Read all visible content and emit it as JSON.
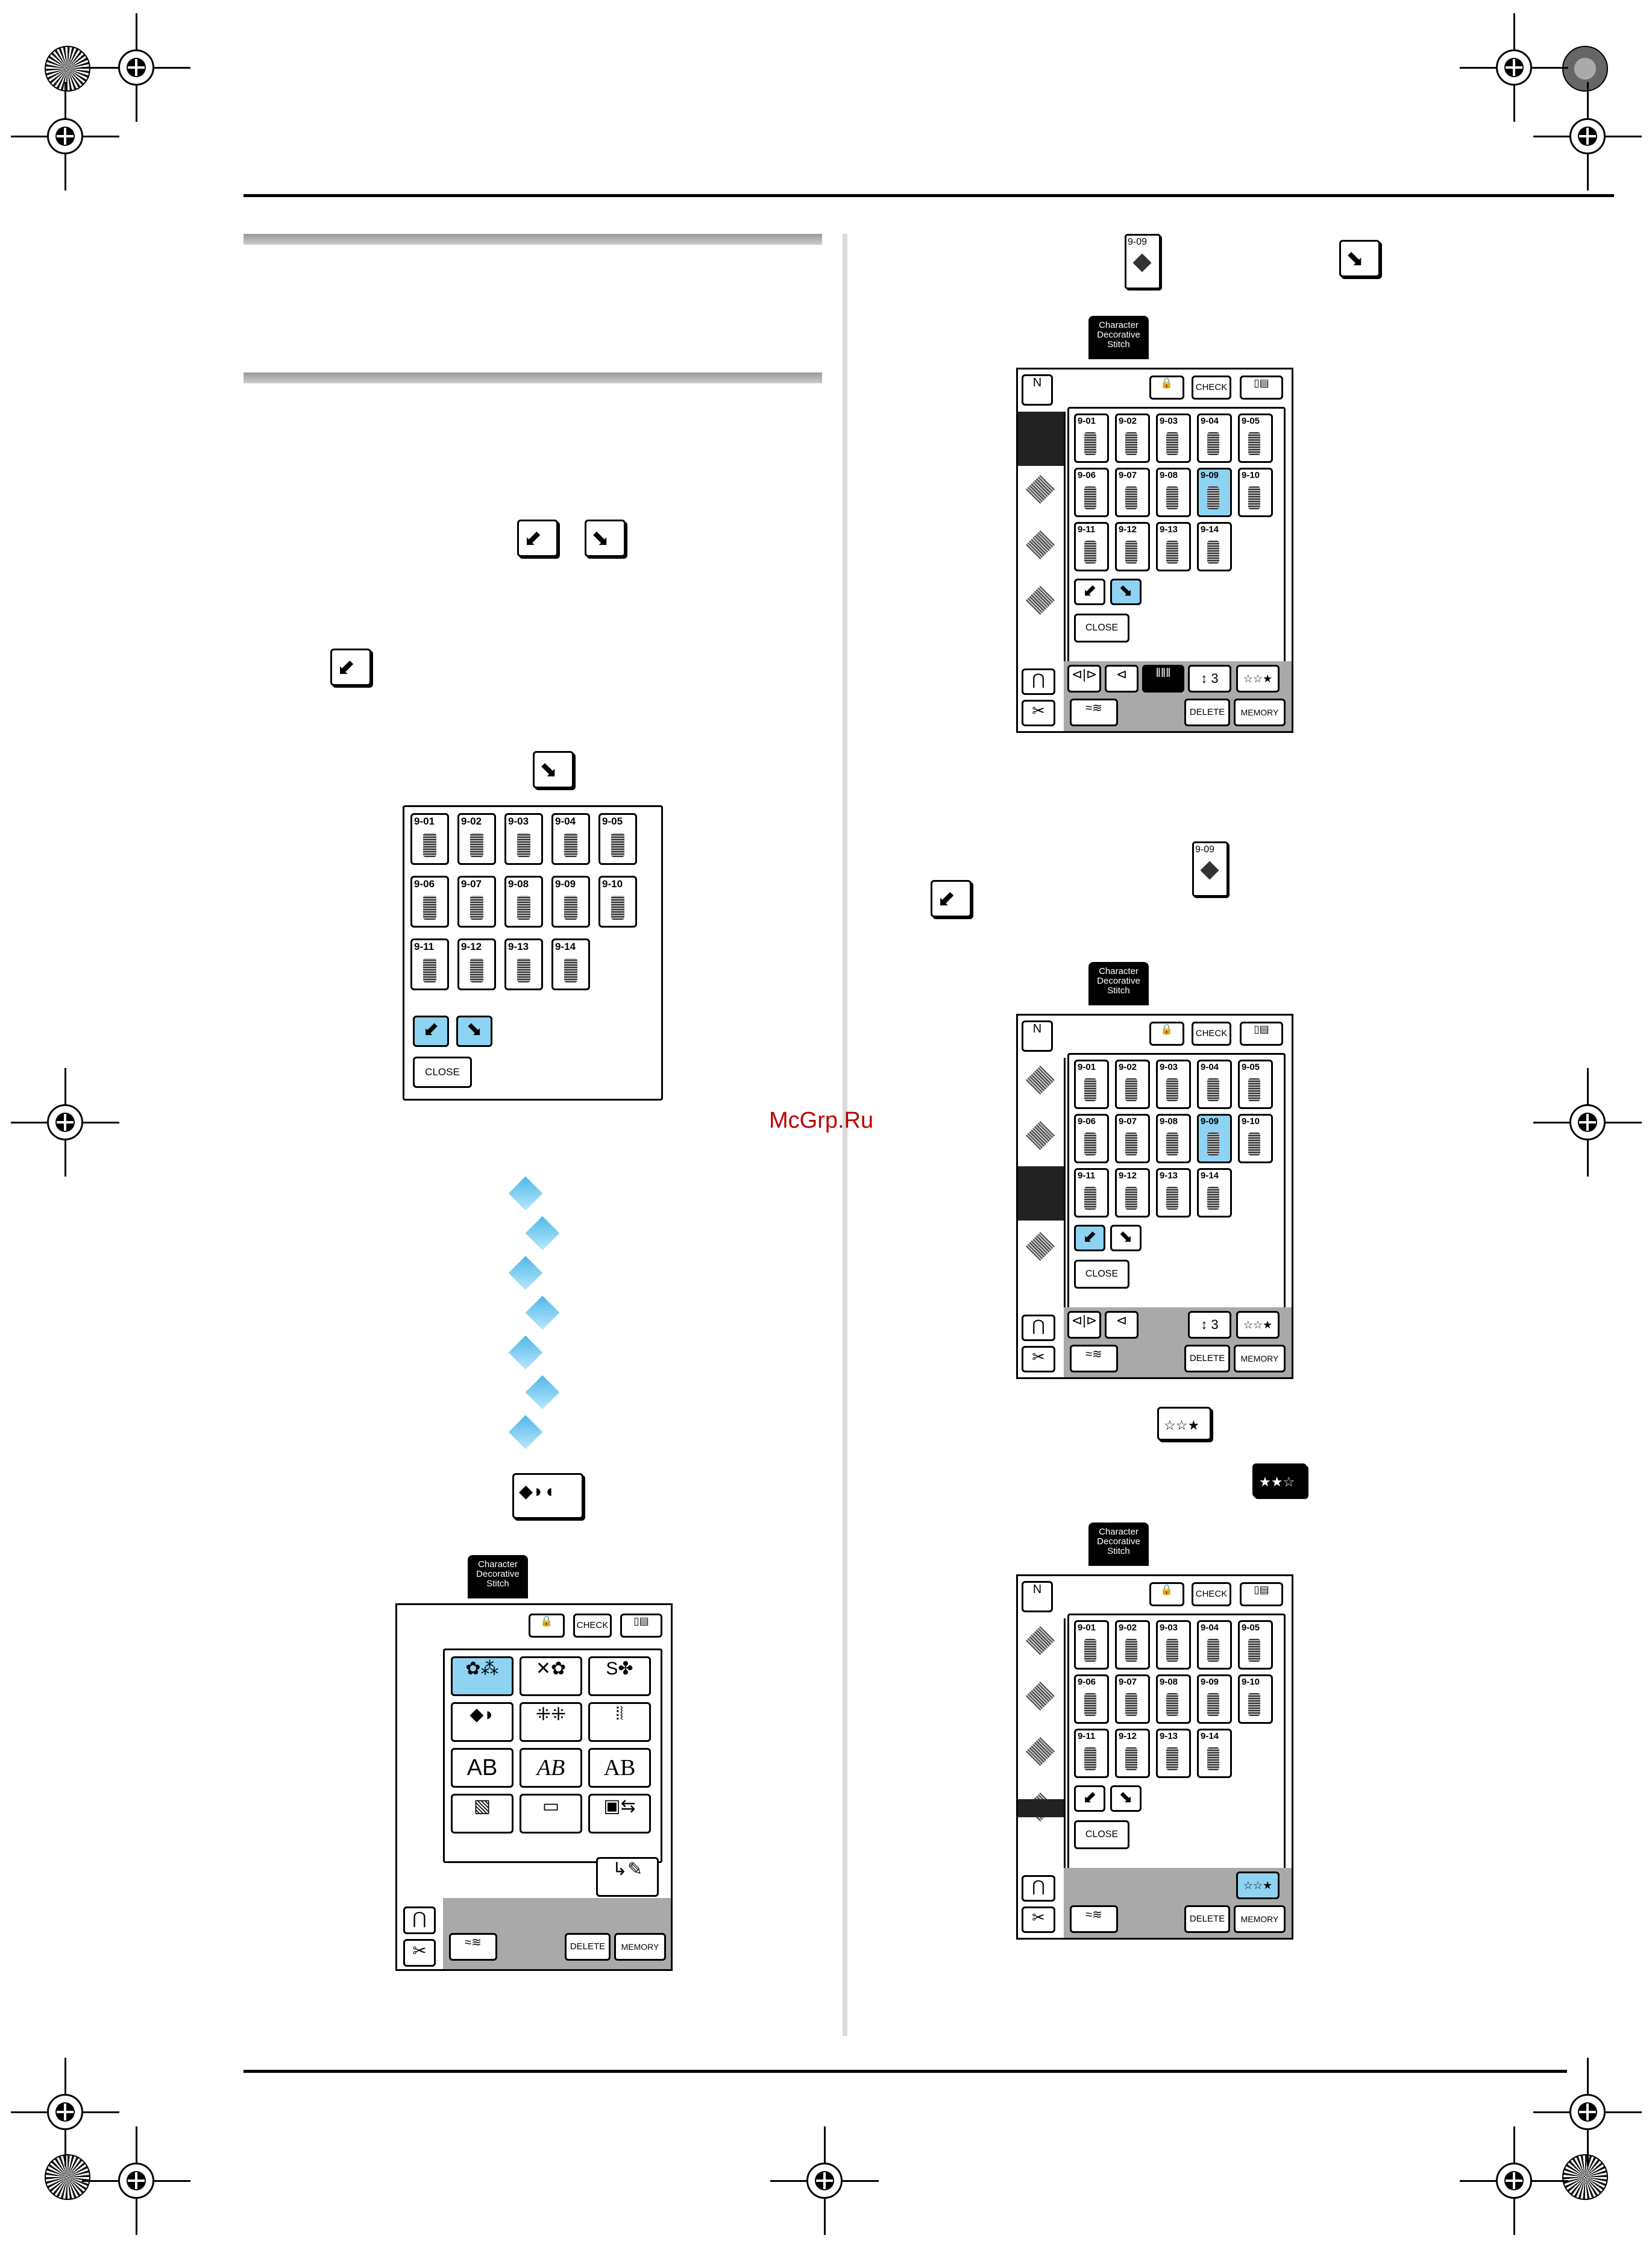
{
  "watermark": "McGrp.Ru",
  "colors": {
    "selected_highlight": "#8fd3f2",
    "diamond_blue": "#4fb9e8",
    "watermark": "#b00000"
  },
  "icons": {
    "pattern_select": "9-09",
    "mirror_left": "mirror-left-icon",
    "mirror_right": "mirror-right-icon",
    "repeat_icon": "pattern-repeat-icon"
  },
  "left_panel": {
    "tiles": [
      "9-01",
      "9-02",
      "9-03",
      "9-04",
      "9-05",
      "9-06",
      "9-07",
      "9-08",
      "9-09",
      "9-10",
      "9-11",
      "9-12",
      "9-13",
      "9-14"
    ],
    "close_label": "CLOSE"
  },
  "screens": {
    "tab_label_1": "Character",
    "tab_label_2": "Decorative",
    "tab_label_3": "Stitch",
    "check_label": "CHECK",
    "close_label": "CLOSE",
    "delete_label": "DELETE",
    "memory_label": "MEMORY",
    "width_value": "3",
    "tiles": [
      "9-01",
      "9-02",
      "9-03",
      "9-04",
      "9-05",
      "9-06",
      "9-07",
      "9-08",
      "9-09",
      "9-10",
      "9-11",
      "9-12",
      "9-13",
      "9-14"
    ]
  },
  "category_screen": {
    "ab_labels": [
      "AB",
      "AB",
      "AB"
    ]
  }
}
